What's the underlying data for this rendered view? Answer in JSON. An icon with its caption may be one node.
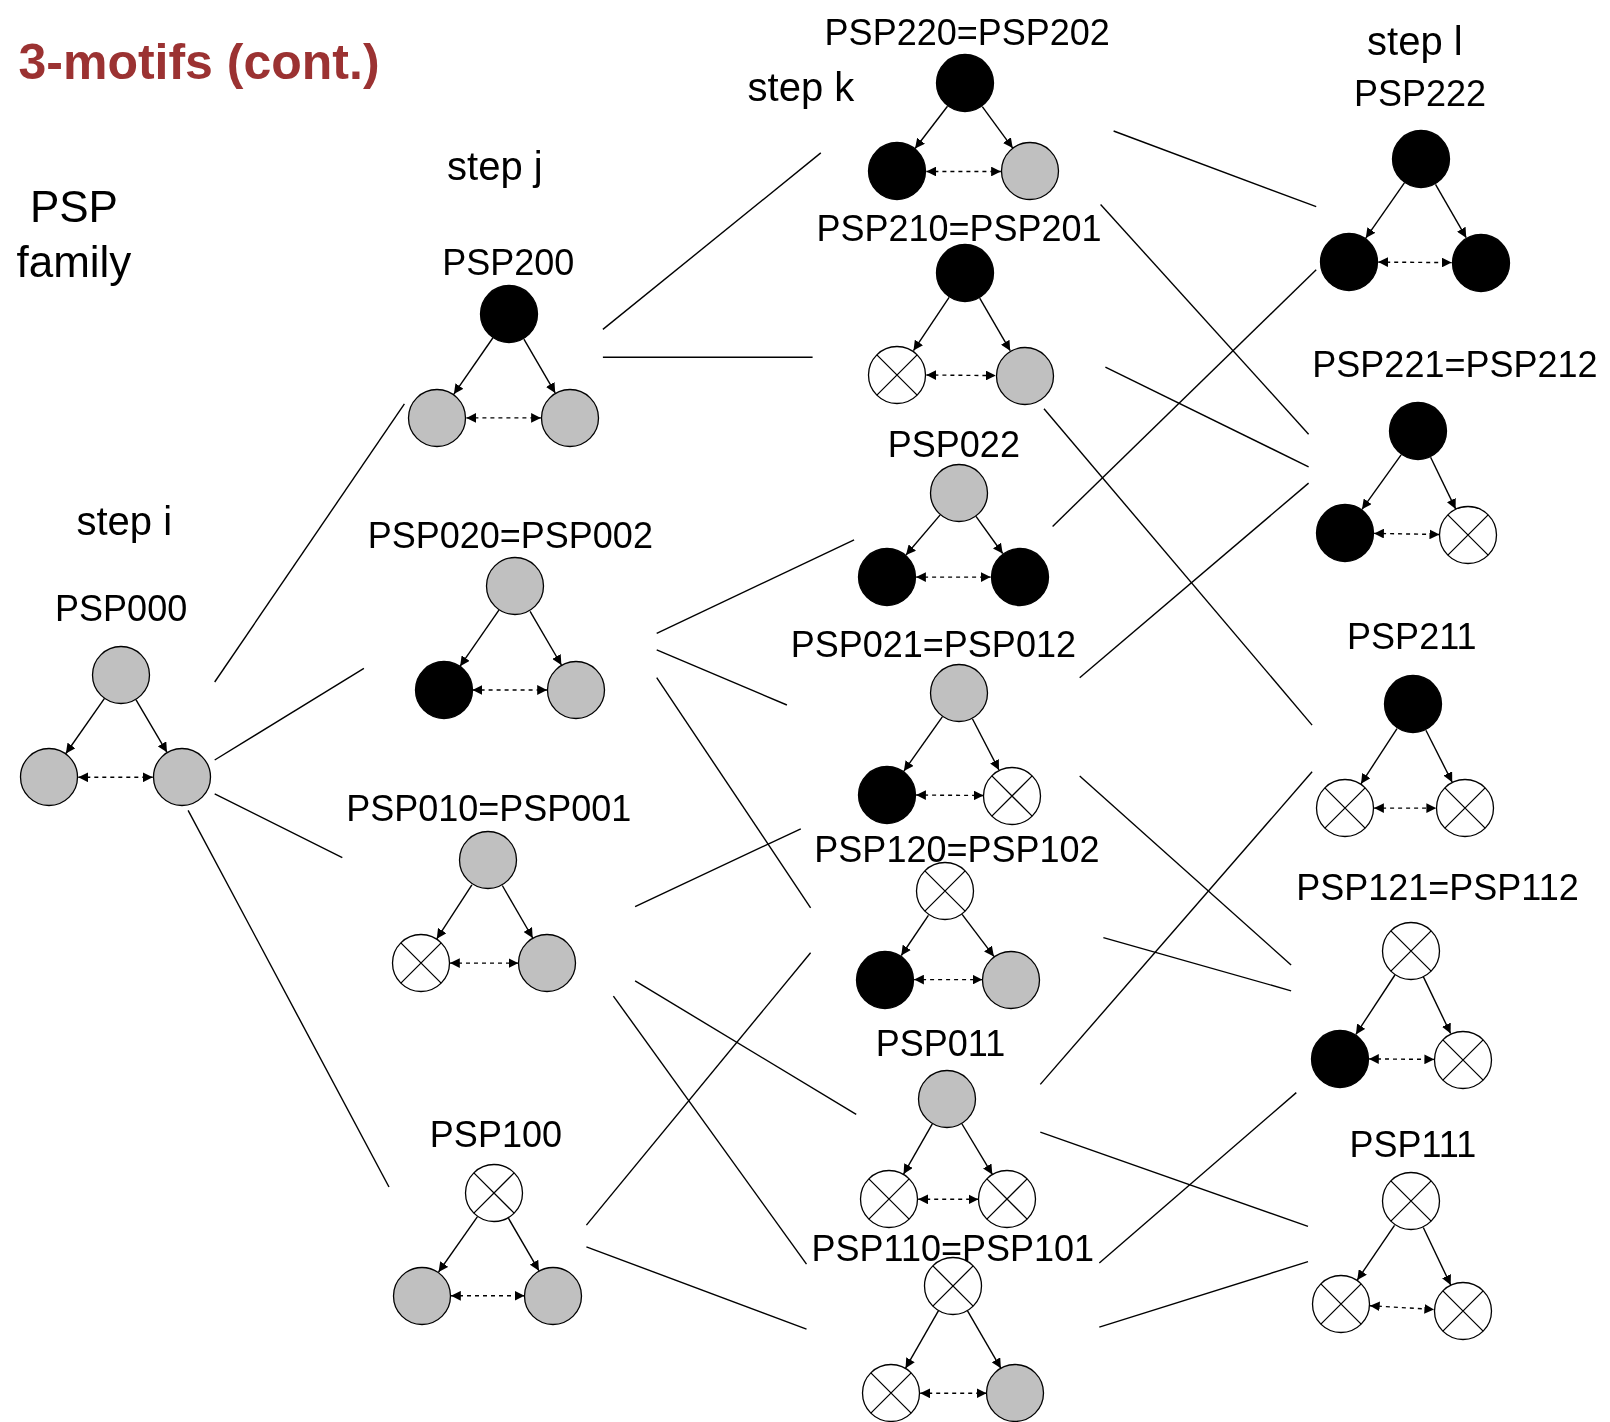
{
  "diagram": {
    "title": "3-motifs (cont.)",
    "nodes": [
      {
        "text": [
          "PSP000"
        ]
      },
      {
        "text": [],
        "shape": "circle",
        "in": 0
      },
      {
        "text": [],
        "shape": "circle",
        "in": 0
      },
      {
        "text": [],
        "shape": "circle",
        "in": 0
      },
      {
        "text": [
          "PSP200"
        ]
      },
      {
        "text": [],
        "shape": "circle",
        "in": 4
      },
      {
        "text": [],
        "shape": "circle",
        "in": 4
      },
      {
        "text": [],
        "shape": "circle",
        "in": 4
      },
      {
        "text": [
          "PSP020=PSP002"
        ]
      },
      {
        "text": [],
        "shape": "circle",
        "in": 8
      },
      {
        "text": [],
        "shape": "circle",
        "in": 8
      },
      {
        "text": [],
        "shape": "circle",
        "in": 8
      },
      {
        "text": [
          "PSP010=PSP001"
        ]
      },
      {
        "text": [],
        "shape": "circle",
        "in": 12
      },
      {
        "text": [],
        "shape": "circle",
        "in": 12
      },
      {
        "text": [],
        "shape": "circle",
        "in": 12
      },
      {
        "text": [
          "PSP100"
        ]
      },
      {
        "text": [],
        "shape": "circle",
        "in": 16
      },
      {
        "text": [],
        "shape": "circle",
        "in": 16
      },
      {
        "text": [],
        "shape": "circle",
        "in": 16
      },
      {
        "text": [
          "PSP220=PSP202"
        ]
      },
      {
        "text": [],
        "shape": "circle",
        "in": 20
      },
      {
        "text": [],
        "shape": "circle",
        "in": 20
      },
      {
        "text": [],
        "shape": "circle",
        "in": 20
      },
      {
        "text": [
          "PSP210=PSP201"
        ]
      },
      {
        "text": [],
        "shape": "circle",
        "in": 24
      },
      {
        "text": [],
        "shape": "circle",
        "in": 24
      },
      {
        "text": [],
        "shape": "circle",
        "in": 24
      },
      {
        "text": [
          "PSP022"
        ]
      },
      {
        "text": [],
        "shape": "circle",
        "in": 28
      },
      {
        "text": [],
        "shape": "circle",
        "in": 28
      },
      {
        "text": [],
        "shape": "circle",
        "in": 28
      },
      {
        "text": [
          "PSP021=PSP012"
        ]
      },
      {
        "text": [],
        "shape": "circle",
        "in": 32
      },
      {
        "text": [],
        "shape": "circle",
        "in": 32
      },
      {
        "text": [],
        "shape": "circle",
        "in": 32
      },
      {
        "text": [
          "PSP120=PSP102"
        ]
      },
      {
        "text": [],
        "shape": "circle",
        "in": 36
      },
      {
        "text": [],
        "shape": "circle",
        "in": 36
      },
      {
        "text": [],
        "shape": "circle",
        "in": 36
      },
      {
        "text": [
          "PSP011"
        ]
      },
      {
        "text": [],
        "shape": "circle",
        "in": 40
      },
      {
        "text": [],
        "shape": "circle",
        "in": 40
      },
      {
        "text": [],
        "shape": "circle",
        "in": 40
      },
      {
        "text": [
          "PSP110=PSP101"
        ]
      },
      {
        "text": [],
        "shape": "circle",
        "in": 44
      },
      {
        "text": [],
        "shape": "circle",
        "in": 44
      },
      {
        "text": [],
        "shape": "circle",
        "in": 44
      },
      {
        "text": [
          "PSP222"
        ]
      },
      {
        "text": [],
        "shape": "circle",
        "in": 48
      },
      {
        "text": [],
        "shape": "circle",
        "in": 48
      },
      {
        "text": [],
        "shape": "circle",
        "in": 48
      },
      {
        "text": [
          "PSP221=PSP212"
        ]
      },
      {
        "text": [],
        "shape": "circle",
        "in": 52
      },
      {
        "text": [],
        "shape": "circle",
        "in": 52
      },
      {
        "text": [],
        "shape": "circle",
        "in": 52
      },
      {
        "text": [
          "PSP211"
        ]
      },
      {
        "text": [],
        "shape": "circle",
        "in": 56
      },
      {
        "text": [],
        "shape": "circle",
        "in": 56
      },
      {
        "text": [],
        "shape": "circle",
        "in": 56
      },
      {
        "text": [
          "PSP121=PSP112"
        ]
      },
      {
        "text": [],
        "shape": "circle",
        "in": 60
      },
      {
        "text": [],
        "shape": "circle",
        "in": 60
      },
      {
        "text": [],
        "shape": "circle",
        "in": 60
      },
      {
        "text": [
          "PSP111"
        ]
      },
      {
        "text": [],
        "shape": "circle",
        "in": 64
      },
      {
        "text": [],
        "shape": "circle",
        "in": 64
      },
      {
        "text": [],
        "shape": "circle",
        "in": 64
      }
    ],
    "edges": [
      {
        "from": 1,
        "to": 2,
        "arrow": "to"
      },
      {
        "from": 1,
        "to": 3,
        "arrow": "to"
      },
      {
        "from": 2,
        "to": 3,
        "arrow": "both",
        "style": "dashed"
      },
      {
        "from": 5,
        "to": 6,
        "arrow": "to"
      },
      {
        "from": 5,
        "to": 7,
        "arrow": "to"
      },
      {
        "from": 6,
        "to": 7,
        "arrow": "both",
        "style": "dashed"
      },
      {
        "from": 9,
        "to": 10,
        "arrow": "to"
      },
      {
        "from": 9,
        "to": 11,
        "arrow": "to"
      },
      {
        "from": 10,
        "to": 11,
        "arrow": "both",
        "style": "dashed"
      },
      {
        "from": 13,
        "to": 14,
        "arrow": "to"
      },
      {
        "from": 13,
        "to": 15,
        "arrow": "to"
      },
      {
        "from": 14,
        "to": 15,
        "arrow": "both",
        "style": "dashed"
      },
      {
        "from": 17,
        "to": 18,
        "arrow": "to"
      },
      {
        "from": 17,
        "to": 19,
        "arrow": "to"
      },
      {
        "from": 18,
        "to": 19,
        "arrow": "both",
        "style": "dashed"
      },
      {
        "from": 21,
        "to": 22,
        "arrow": "to"
      },
      {
        "from": 21,
        "to": 23,
        "arrow": "to"
      },
      {
        "from": 22,
        "to": 23,
        "arrow": "both",
        "style": "dashed"
      },
      {
        "from": 25,
        "to": 26,
        "arrow": "to"
      },
      {
        "from": 25,
        "to": 27,
        "arrow": "to"
      },
      {
        "from": 26,
        "to": 27,
        "arrow": "both",
        "style": "dashed"
      },
      {
        "from": 29,
        "to": 30,
        "arrow": "to"
      },
      {
        "from": 29,
        "to": 31,
        "arrow": "to"
      },
      {
        "from": 30,
        "to": 31,
        "arrow": "both",
        "style": "dashed"
      },
      {
        "from": 33,
        "to": 34,
        "arrow": "to"
      },
      {
        "from": 33,
        "to": 35,
        "arrow": "to"
      },
      {
        "from": 34,
        "to": 35,
        "arrow": "both",
        "style": "dashed"
      },
      {
        "from": 37,
        "to": 38,
        "arrow": "to"
      },
      {
        "from": 37,
        "to": 39,
        "arrow": "to"
      },
      {
        "from": 38,
        "to": 39,
        "arrow": "both",
        "style": "dashed"
      },
      {
        "from": 41,
        "to": 42,
        "arrow": "to"
      },
      {
        "from": 41,
        "to": 43,
        "arrow": "to"
      },
      {
        "from": 42,
        "to": 43,
        "arrow": "both",
        "style": "dashed"
      },
      {
        "from": 45,
        "to": 46,
        "arrow": "to"
      },
      {
        "from": 45,
        "to": 47,
        "arrow": "to"
      },
      {
        "from": 46,
        "to": 47,
        "arrow": "both",
        "style": "dashed"
      },
      {
        "from": 49,
        "to": 50,
        "arrow": "to"
      },
      {
        "from": 49,
        "to": 51,
        "arrow": "to"
      },
      {
        "from": 50,
        "to": 51,
        "arrow": "both",
        "style": "dashed"
      },
      {
        "from": 53,
        "to": 54,
        "arrow": "to"
      },
      {
        "from": 53,
        "to": 55,
        "arrow": "to"
      },
      {
        "from": 54,
        "to": 55,
        "arrow": "both",
        "style": "dashed"
      },
      {
        "from": 57,
        "to": 58,
        "arrow": "to"
      },
      {
        "from": 57,
        "to": 59,
        "arrow": "to"
      },
      {
        "from": 58,
        "to": 59,
        "arrow": "both",
        "style": "dashed"
      },
      {
        "from": 61,
        "to": 62,
        "arrow": "to"
      },
      {
        "from": 61,
        "to": 63,
        "arrow": "to"
      },
      {
        "from": 62,
        "to": 63,
        "arrow": "both",
        "style": "dashed"
      },
      {
        "from": 65,
        "to": 66,
        "arrow": "to"
      },
      {
        "from": 65,
        "to": 67,
        "arrow": "to"
      },
      {
        "from": 66,
        "to": 67,
        "arrow": "both",
        "style": "dashed"
      },
      {
        "from": 0,
        "to": 4,
        "arrow": "none"
      },
      {
        "from": 0,
        "to": 8,
        "arrow": "none"
      },
      {
        "from": 0,
        "to": 12,
        "arrow": "none"
      },
      {
        "from": 0,
        "to": 16,
        "arrow": "none"
      },
      {
        "from": 4,
        "to": 20,
        "arrow": "none"
      },
      {
        "from": 4,
        "to": 24,
        "arrow": "none"
      },
      {
        "from": 8,
        "to": 28,
        "arrow": "none"
      },
      {
        "from": 8,
        "to": 32,
        "arrow": "none"
      },
      {
        "from": 8,
        "to": 36,
        "arrow": "none"
      },
      {
        "from": 12,
        "to": 32,
        "arrow": "none"
      },
      {
        "from": 12,
        "to": 40,
        "arrow": "none"
      },
      {
        "from": 12,
        "to": 44,
        "arrow": "none"
      },
      {
        "from": 16,
        "to": 36,
        "arrow": "none"
      },
      {
        "from": 16,
        "to": 44,
        "arrow": "none"
      },
      {
        "from": 20,
        "to": 48,
        "arrow": "none"
      },
      {
        "from": 20,
        "to": 52,
        "arrow": "none"
      },
      {
        "from": 24,
        "to": 52,
        "arrow": "none"
      },
      {
        "from": 24,
        "to": 56,
        "arrow": "none"
      },
      {
        "from": 28,
        "to": 48,
        "arrow": "none"
      },
      {
        "from": 32,
        "to": 52,
        "arrow": "none"
      },
      {
        "from": 32,
        "to": 60,
        "arrow": "none"
      },
      {
        "from": 36,
        "to": 60,
        "arrow": "none"
      },
      {
        "from": 40,
        "to": 56,
        "arrow": "none"
      },
      {
        "from": 40,
        "to": 64,
        "arrow": "none"
      },
      {
        "from": 44,
        "to": 60,
        "arrow": "none"
      },
      {
        "from": 44,
        "to": 64,
        "arrow": "none"
      }
    ],
    "labels": [
      "step l",
      "step k",
      "step j",
      "PSP family",
      "step i"
    ]
  }
}
